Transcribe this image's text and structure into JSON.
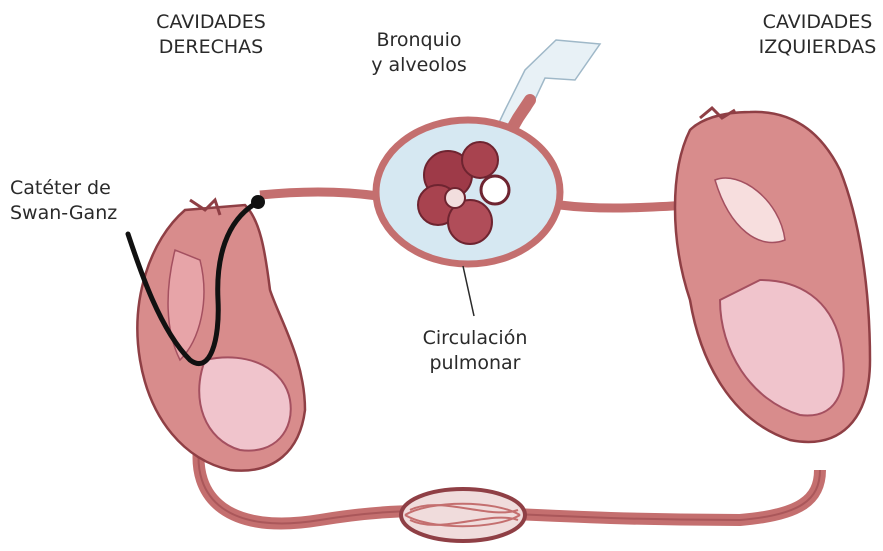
{
  "labels": {
    "right_cavities": [
      "CAVIDADES",
      "DERECHAS"
    ],
    "bronchi_alveoli": [
      "Bronquio",
      "y alveolos"
    ],
    "left_cavities": [
      "CAVIDADES",
      "IZQUIERDAS"
    ],
    "catheter": [
      "Catéter de",
      "Swan-Ganz"
    ],
    "pulmonary_circulation": [
      "Circulación",
      "pulmonar"
    ]
  },
  "colors": {
    "vessel": "#c46f6f",
    "vessel_dark": "#8f3f45",
    "heart_fill": "#d88c8c",
    "heart_light": "#f0c4cc",
    "alveolus_dark": "#9e3a48",
    "lung_bg": "#d6e8f2",
    "catheter": "#111111"
  }
}
